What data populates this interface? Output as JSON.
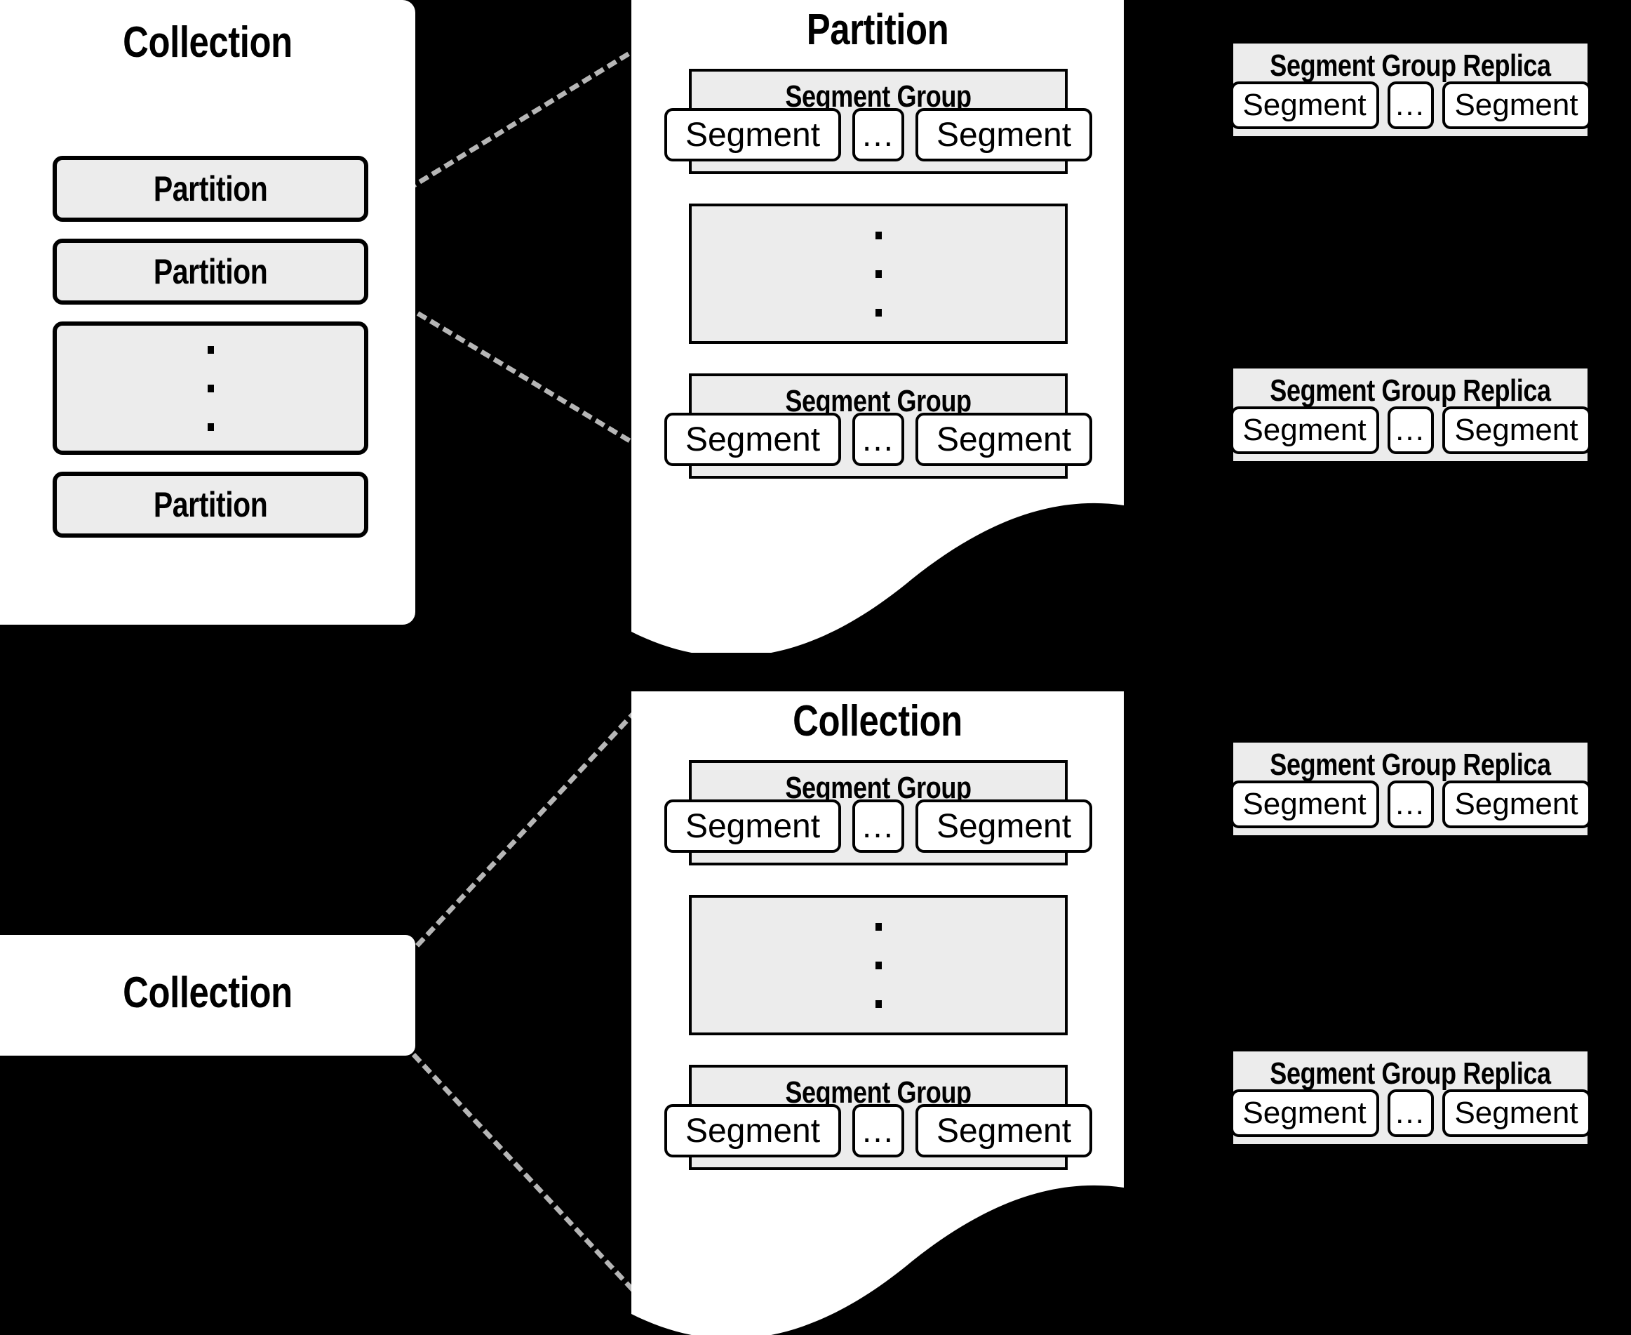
{
  "diagram": {
    "title_collection": "Collection",
    "title_partition": "Partition",
    "label_segment_group": "Segment Group",
    "label_segment_group_replica": "Segment Group Replica",
    "label_segment": "Segment",
    "label_ellipsis": "...",
    "colors": {
      "background": "#000000",
      "panel": "#ffffff",
      "box_fill": "#ececec",
      "stroke": "#000000",
      "connector": "#b6b6b6"
    }
  },
  "left_collection": {
    "title": "Collection",
    "rows": [
      {
        "label": "Partition",
        "kind": "item"
      },
      {
        "label": "Partition",
        "kind": "item"
      },
      {
        "label": "",
        "kind": "vertical-ellipsis"
      },
      {
        "label": "Partition",
        "kind": "item"
      }
    ]
  },
  "partition_panel": {
    "title": "Partition",
    "groups": [
      {
        "kind": "group",
        "label": "Segment Group",
        "segments": [
          "Segment",
          "...",
          "Segment"
        ]
      },
      {
        "kind": "vertical-ellipsis",
        "label": ""
      },
      {
        "kind": "group",
        "label": "Segment Group",
        "segments": [
          "Segment",
          "...",
          "Segment"
        ]
      }
    ]
  },
  "partition_replicas": [
    {
      "label": "Segment Group Replica",
      "segments": [
        "Segment",
        "...",
        "Segment"
      ]
    },
    {
      "label": "Segment Group Replica",
      "segments": [
        "Segment",
        "...",
        "Segment"
      ]
    }
  ],
  "bottom_collection_node": {
    "title": "Collection"
  },
  "collection_panel": {
    "title": "Collection",
    "groups": [
      {
        "kind": "group",
        "label": "Segment Group",
        "segments": [
          "Segment",
          "...",
          "Segment"
        ]
      },
      {
        "kind": "vertical-ellipsis",
        "label": ""
      },
      {
        "kind": "group",
        "label": "Segment Group",
        "segments": [
          "Segment",
          "...",
          "Segment"
        ]
      }
    ]
  },
  "collection_replicas": [
    {
      "label": "Segment Group Replica",
      "segments": [
        "Segment",
        "...",
        "Segment"
      ]
    },
    {
      "label": "Segment Group Replica",
      "segments": [
        "Segment",
        "...",
        "Segment"
      ]
    }
  ]
}
